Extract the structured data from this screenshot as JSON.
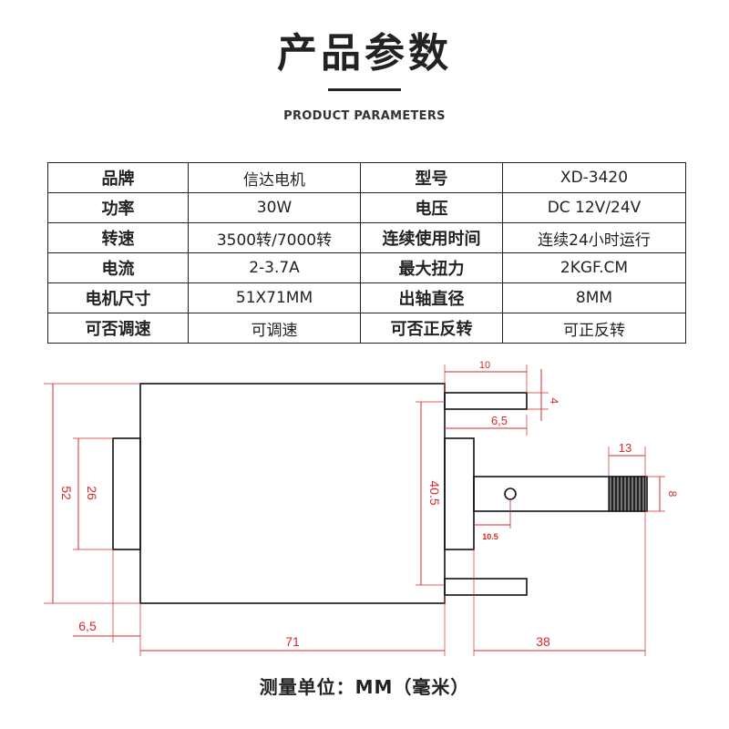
{
  "header": {
    "title": "产品参数",
    "subtitle": "PRODUCT PARAMETERS"
  },
  "specs": [
    [
      "品牌",
      "信达电机",
      "型号",
      "XD-3420"
    ],
    [
      "功率",
      "30W",
      "电压",
      "DC 12V/24V"
    ],
    [
      "转速",
      "3500转/7000转",
      "连续使用时间",
      "连续24小时运行"
    ],
    [
      "电流",
      "2-3.7A",
      "最大扭力",
      "2KGF.CM"
    ],
    [
      "电机尺寸",
      "51X71MM",
      "出轴直径",
      "8MM"
    ],
    [
      "可否调速",
      "可调速",
      "可否正反转",
      "可正反转"
    ]
  ],
  "dimensions": {
    "total_height": "52",
    "end_cap_height": "26",
    "end_cap_depth": "6,5",
    "body_length": "71",
    "front_boss_height": "40.5",
    "shaft_length": "38",
    "terminal_length": "10",
    "terminal_width": "4",
    "terminal_offset": "6,5",
    "knurl_length": "13",
    "shaft_diameter": "8",
    "pin_offset": "10.5"
  },
  "colors": {
    "dimension": "#d42a2a",
    "outline": "#111111"
  },
  "footer": "测量单位：MM（毫米）"
}
